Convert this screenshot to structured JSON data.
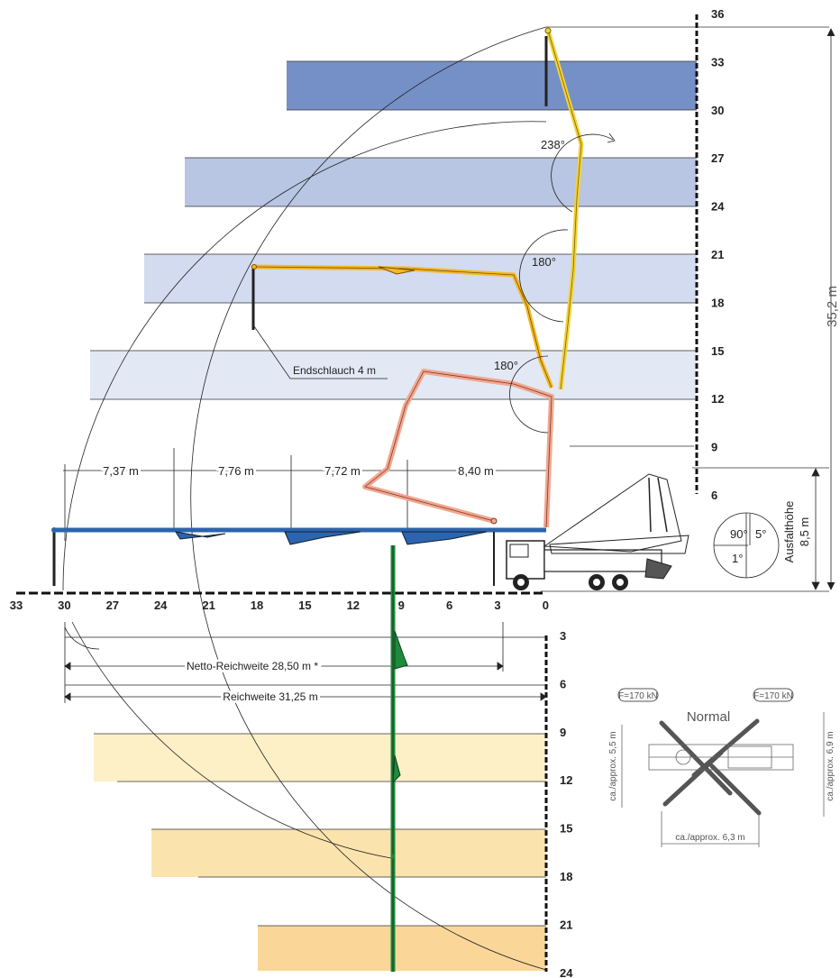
{
  "colors": {
    "upper_dark": "#7590c6",
    "upper_mid": "#b8c5e3",
    "upper_light": "#d2dbef",
    "upper_pale": "#e3e8f5",
    "lower_1": "#fdf0c6",
    "lower_2": "#fbe3ad",
    "lower_3": "#fad798",
    "boom_yellow": "#f3d23a",
    "boom_orange": "#f4b927",
    "boom_salmon": "#f2a78f",
    "boom_blue": "#2c64ad",
    "boom_green": "#1f8a3c"
  },
  "height_ticks_top": [
    "36",
    "33",
    "30",
    "27",
    "24",
    "21",
    "18",
    "15",
    "12",
    "9",
    "6"
  ],
  "reach_ticks": [
    "33",
    "30",
    "27",
    "24",
    "21",
    "18",
    "15",
    "12",
    "9",
    "6",
    "3",
    "0"
  ],
  "depth_ticks": [
    "3",
    "6",
    "9",
    "12",
    "15",
    "18",
    "21",
    "24"
  ],
  "segment_dims": [
    "7,37 m",
    "7,76 m",
    "7,72 m",
    "8,40 m"
  ],
  "angles": {
    "a1": "238°",
    "a2": "180°",
    "a3": "180°",
    "r1": "90°",
    "r2": "5°",
    "r3": "1°"
  },
  "labels": {
    "endschlauch": "Endschlauch 4 m",
    "netto": "Netto-Reichweite 28,50 m *",
    "reichweite": "Reichweite 31,25 m",
    "total_height": "35,2 m",
    "ausfalt_title": "Ausfalthöhe",
    "ausfalt_value": "8,5 m"
  },
  "outrigger": {
    "force_left": "F=170 kN",
    "force_right": "F=170 kN",
    "mode": "Normal",
    "dim_left": "ca./approx. 5,5 m",
    "dim_right": "ca./approx. 6,9 m",
    "dim_bottom": "ca./approx. 6,3 m"
  }
}
